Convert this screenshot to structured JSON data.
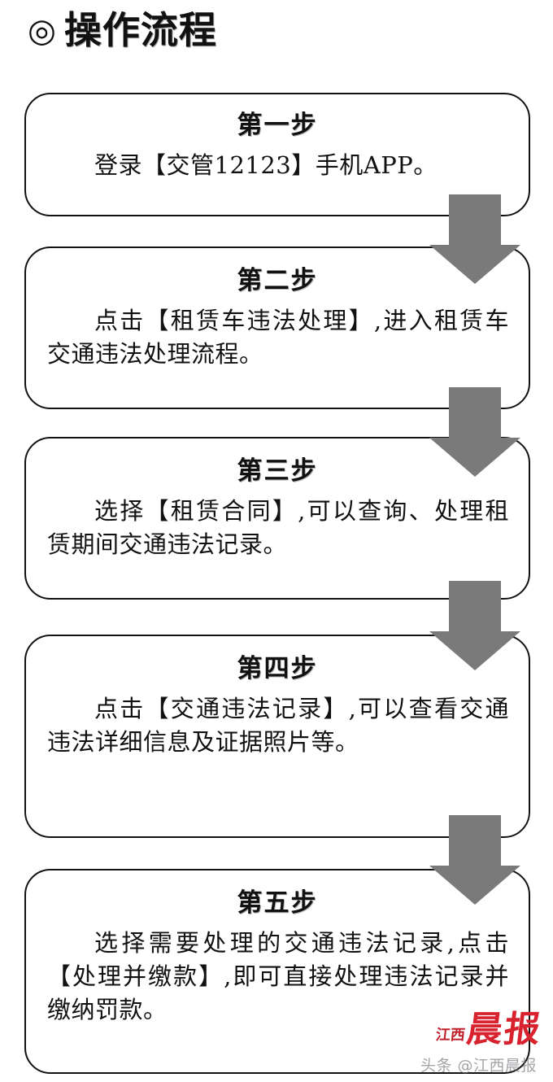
{
  "title": {
    "bullet": "◎",
    "text": "操作流程"
  },
  "steps": [
    {
      "heading": "第一步",
      "body": "登录【交管12123】手机APP。"
    },
    {
      "heading": "第二步",
      "body": "点击【租赁车违法处理】,进入租赁车交通违法处理流程。"
    },
    {
      "heading": "第三步",
      "body": "选择【租赁合同】,可以查询、处理租赁期间交通违法记录。"
    },
    {
      "heading": "第四步",
      "body": "点击【交通违法记录】,可以查看交通违法详细信息及证据照片等。"
    },
    {
      "heading": "第五步",
      "body": "选择需要处理的交通违法记录,点击【处理并缴款】,即可直接处理违法记录并缴纳罚款。"
    }
  ],
  "connectors": [
    {
      "name": "arrow-step-1-to-2"
    },
    {
      "name": "arrow-step-2-to-3"
    },
    {
      "name": "arrow-step-3-to-4"
    },
    {
      "name": "arrow-step-4-to-5"
    }
  ],
  "watermark": {
    "brand_prefix": "江西",
    "brand_main": "晨报",
    "overlay": "头条 @江西晨报"
  },
  "colors": {
    "arrow_gray": "#7a7a7a",
    "border_black": "#111111",
    "watermark_red": "#d8232f",
    "page_background": "#ffffff"
  }
}
